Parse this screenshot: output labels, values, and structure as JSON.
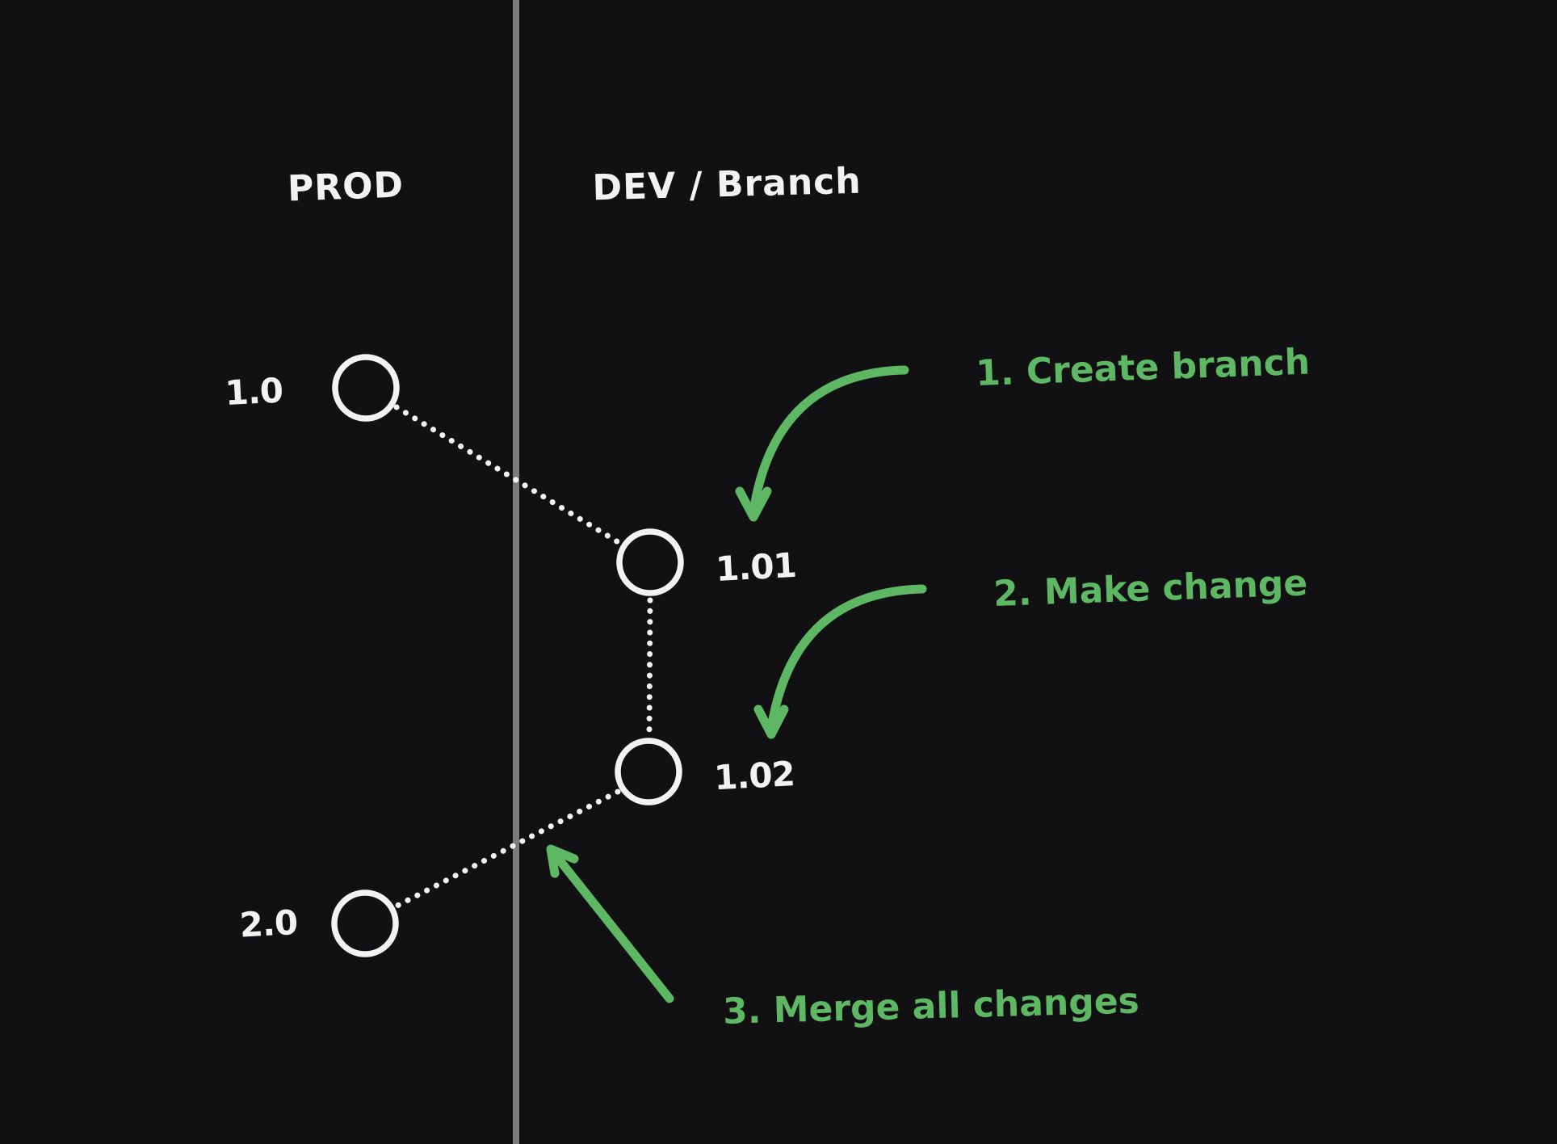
{
  "columns": {
    "prod": {
      "label": "PROD"
    },
    "dev": {
      "label": "DEV / Branch"
    }
  },
  "nodes": [
    {
      "id": "prod-1-0",
      "label": "1.0",
      "lane": "PROD"
    },
    {
      "id": "dev-1-01",
      "label": "1.01",
      "lane": "DEV"
    },
    {
      "id": "dev-1-02",
      "label": "1.02",
      "lane": "DEV"
    },
    {
      "id": "prod-2-0",
      "label": "2.0",
      "lane": "PROD"
    }
  ],
  "connections": [
    {
      "from": "1.0",
      "to": "1.01",
      "style": "dotted"
    },
    {
      "from": "1.01",
      "to": "1.02",
      "style": "dotted"
    },
    {
      "from": "1.02",
      "to": "2.0",
      "style": "dotted"
    }
  ],
  "annotations": [
    {
      "label": "1. Create branch",
      "arrow": "curved-down"
    },
    {
      "label": "2. Make change",
      "arrow": "curved-down"
    },
    {
      "label": "3. Merge all changes",
      "arrow": "straight-up-left"
    }
  ],
  "colors": {
    "background": "#111113",
    "divider": "#7c7c7c",
    "ink": "#f2f2f2",
    "green": "#5eb863"
  }
}
